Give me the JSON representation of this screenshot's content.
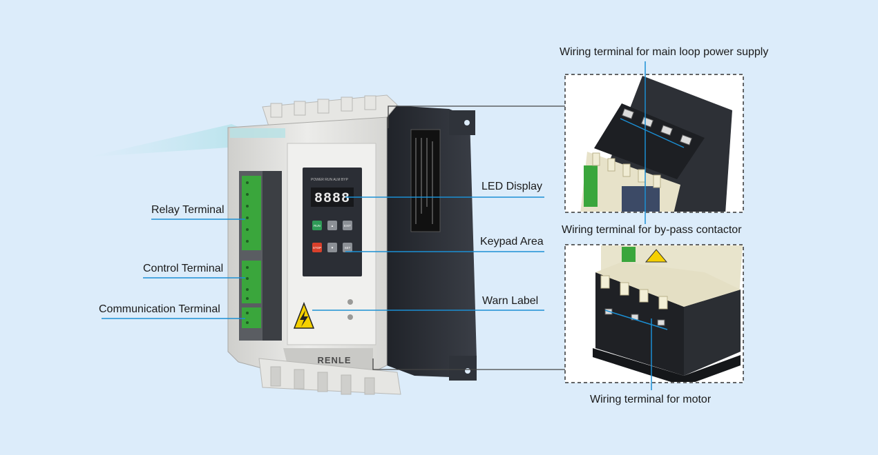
{
  "device": {
    "brand": "RENLE",
    "display_digits": "8888",
    "keys": [
      "RUN",
      "▲",
      "EXIT",
      "STOP",
      "▼",
      "SET"
    ]
  },
  "labels": {
    "relay_terminal": "Relay Terminal",
    "control_terminal": "Control Terminal",
    "communication_terminal": "Communication Terminal",
    "led_display": "LED Display",
    "keypad_area": "Keypad Area",
    "warn_label": "Warn Label",
    "main_loop": "Wiring terminal for main loop power supply",
    "bypass": "Wiring terminal for by-pass contactor",
    "motor": "Wiring terminal for motor"
  },
  "colors": {
    "background": "#dcecfa",
    "accent_line": "#1b8fd4",
    "housing": "#e4e4e1",
    "panel_dark": "#2b2e35",
    "terminal_green": "#3aa63c",
    "warning_yellow": "#f5d000",
    "stop_red": "#d9402b",
    "run_green": "#2f9a57"
  }
}
